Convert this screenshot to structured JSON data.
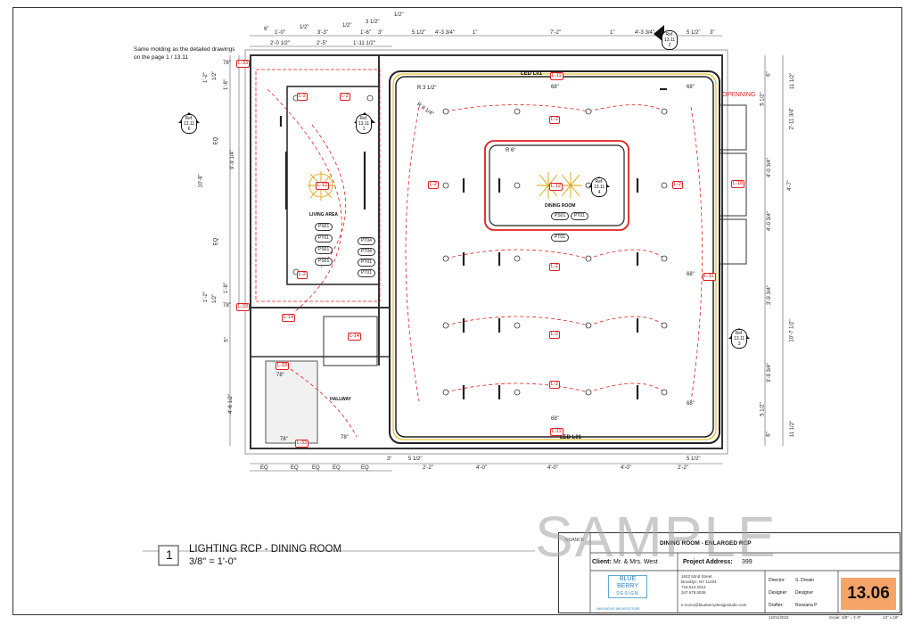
{
  "drawing": {
    "title": "LIGHTING RCP - DINING ROOM",
    "scale": "3/8\" = 1'-0\"",
    "number": "1",
    "note_molding": "Same molding as the detailed drawings",
    "note_molding2": "on the page  1 / 13.11",
    "watermark": "SAMPLE"
  },
  "labels": {
    "led_top": "LED L01",
    "led_bottom": "LED L01",
    "opening": "OPENNING",
    "living_area": "LIVING AREA",
    "dining_room": "DINING ROOM",
    "hallway": "HALLWAY",
    "r31": "R 3 1/2\"",
    "r8": "R 8 1/4\"",
    "r6": "R 6\""
  },
  "refs": [
    {
      "top": "Ref.",
      "mid": "13.11",
      "bot": "2"
    },
    {
      "top": "Ref.",
      "mid": "13.11",
      "bot": "6"
    },
    {
      "top": "Ref.",
      "mid": "13.11",
      "bot": "1"
    },
    {
      "top": "Ref.",
      "mid": "13.11",
      "bot": "4"
    },
    {
      "top": "Ref.",
      "mid": "13.11",
      "bot": "3"
    }
  ],
  "fixture_tags": [
    "L-11",
    "L-2",
    "L-2",
    "L-2",
    "L-2",
    "L-2",
    "L-2",
    "L-2",
    "L-2",
    "L-2",
    "L-12",
    "L-12",
    "L-10",
    "L-11",
    "L-11",
    "L-14",
    "L-14",
    "L-33",
    "L-33",
    "L-33",
    "L-33"
  ],
  "pills": [
    "PS01",
    "PT01",
    "PS01",
    "PT04",
    "PT01",
    "PT01",
    "PS01",
    "PT04",
    "PS01",
    "PT01",
    "PT01"
  ],
  "dims_top": [
    "6\"",
    "1'-0\"",
    "1/2\"",
    "3'-3\"",
    "1/2\"",
    "3 1/2\"",
    "1/2\"",
    "1'-6\"",
    "3\"",
    "5 1/2\"",
    "4'-3 3/4\"",
    "1\"",
    "7'-2\"",
    "1\"",
    "4'-3 3/4\"",
    "5 1/2\"",
    "3\"",
    "2'-0 1/2\"",
    "2'-5\"",
    "1'-11 1/2\""
  ],
  "dims_bottom": [
    "EQ",
    "EQ",
    "EQ",
    "EQ",
    "EQ",
    "3\"",
    "5 1/2\"",
    "2'-2\"",
    "4'-0\"",
    "4'-0\"",
    "4'-0\"",
    "2'-2\"",
    "5 1/2\""
  ],
  "dims_left": [
    "1'-2\"",
    "1/2\"",
    "1'-8\"",
    "9'-9 1/4\"",
    "10'-8\"",
    "EQ",
    "EQ",
    "1'-8\"",
    "1/2\"",
    "1'-2\"",
    "5\"",
    "4'-6 1/2\""
  ],
  "dims_right": [
    "6\"",
    "5 1/2\"",
    "11 1/2\"",
    "2'-11 3/4\"",
    "4'-0 3/4\"",
    "4'-7\"",
    "4'-0 3/4\"",
    "3'-9 3/4\"",
    "10'-7 1/2\"",
    "3'-9 3/4\"",
    "5 1/2\"",
    "6\"",
    "11 1/2\""
  ],
  "angles": [
    "78\"",
    "78\"",
    "68\"",
    "68\"",
    "68\"",
    "68\"",
    "68\"",
    "78\"",
    "78\"",
    "78\""
  ],
  "title_block": {
    "sheet_label": "DINING ROOM - ENLARGED RCP",
    "client_label": "Client:",
    "client_value": "Mr. & Mrs. West",
    "project_label": "Project Address:",
    "project_value": "399",
    "office_address": [
      "1622 52nd Street",
      "Brooklyn, NY 11204",
      "718.512.2012",
      "347.678.5536"
    ],
    "email": "e.mono@blueberrydesignstudio.com",
    "director_label": "Director:",
    "director_value": "S. Dreain",
    "designer_label": "Designer:",
    "designer_value": "Designer",
    "drafter_label": "Drafter:",
    "drafter_value": "Rossana P",
    "sheet_number": "13.06",
    "date": "12/01/2022",
    "scale_label": "Scale:",
    "scale_value": "3/8\" = 1'-0\"",
    "paper": "13\" x 19\"",
    "logo_line1": "BLUE",
    "logo_line2": "BERRY",
    "logo_line3": "DESIGN",
    "logo_tag": "INNOVATIVE ARCHITECTURE",
    "nuance": "NUANCE"
  },
  "colors": {
    "red": "#e02020",
    "orange": "#f6a56a",
    "accent_blue": "#2d7fc1"
  }
}
